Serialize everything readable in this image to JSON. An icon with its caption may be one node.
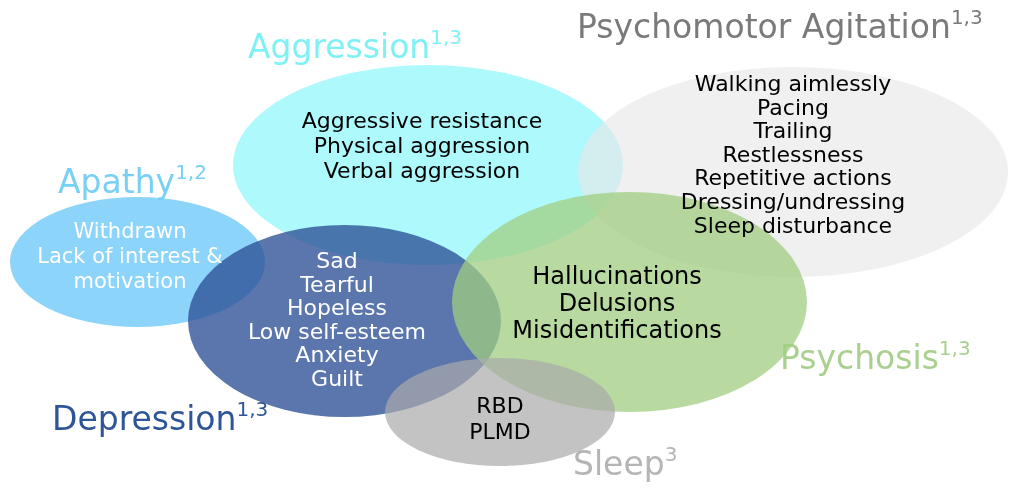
{
  "diagram": {
    "nodes": [
      {
        "text": [
          "Aggression$^{1,3}$",
          "Aggressive resistance",
          "Physical aggression",
          "Verbal aggression"
        ]
      },
      {
        "text": [
          "Psychomotor Agitation$^{1,3}$",
          "Walking aimlessly",
          "Pacing",
          "Trailing",
          "Restlessness",
          "Repetitive actions",
          "Dressing/undressing",
          "Sleep disturbance"
        ]
      },
      {
        "text": [
          "Apathy$^{1,2}$",
          "Withdrawn",
          "Lack of interest & motivation"
        ]
      },
      {
        "text": [
          "Depression$^{1,3}$",
          "Sad",
          "Tearful",
          "Hopeless",
          "Low self-esteem",
          "Anxiety",
          "Guilt"
        ]
      },
      {
        "text": [
          "Psychosis$^{1,3}$",
          "Hallucinations",
          "Delusions",
          "Misidentifications"
        ]
      },
      {
        "text": [
          "Sleep$^{3}$",
          "RBD",
          "PLMD"
        ]
      }
    ],
    "edges": []
  }
}
